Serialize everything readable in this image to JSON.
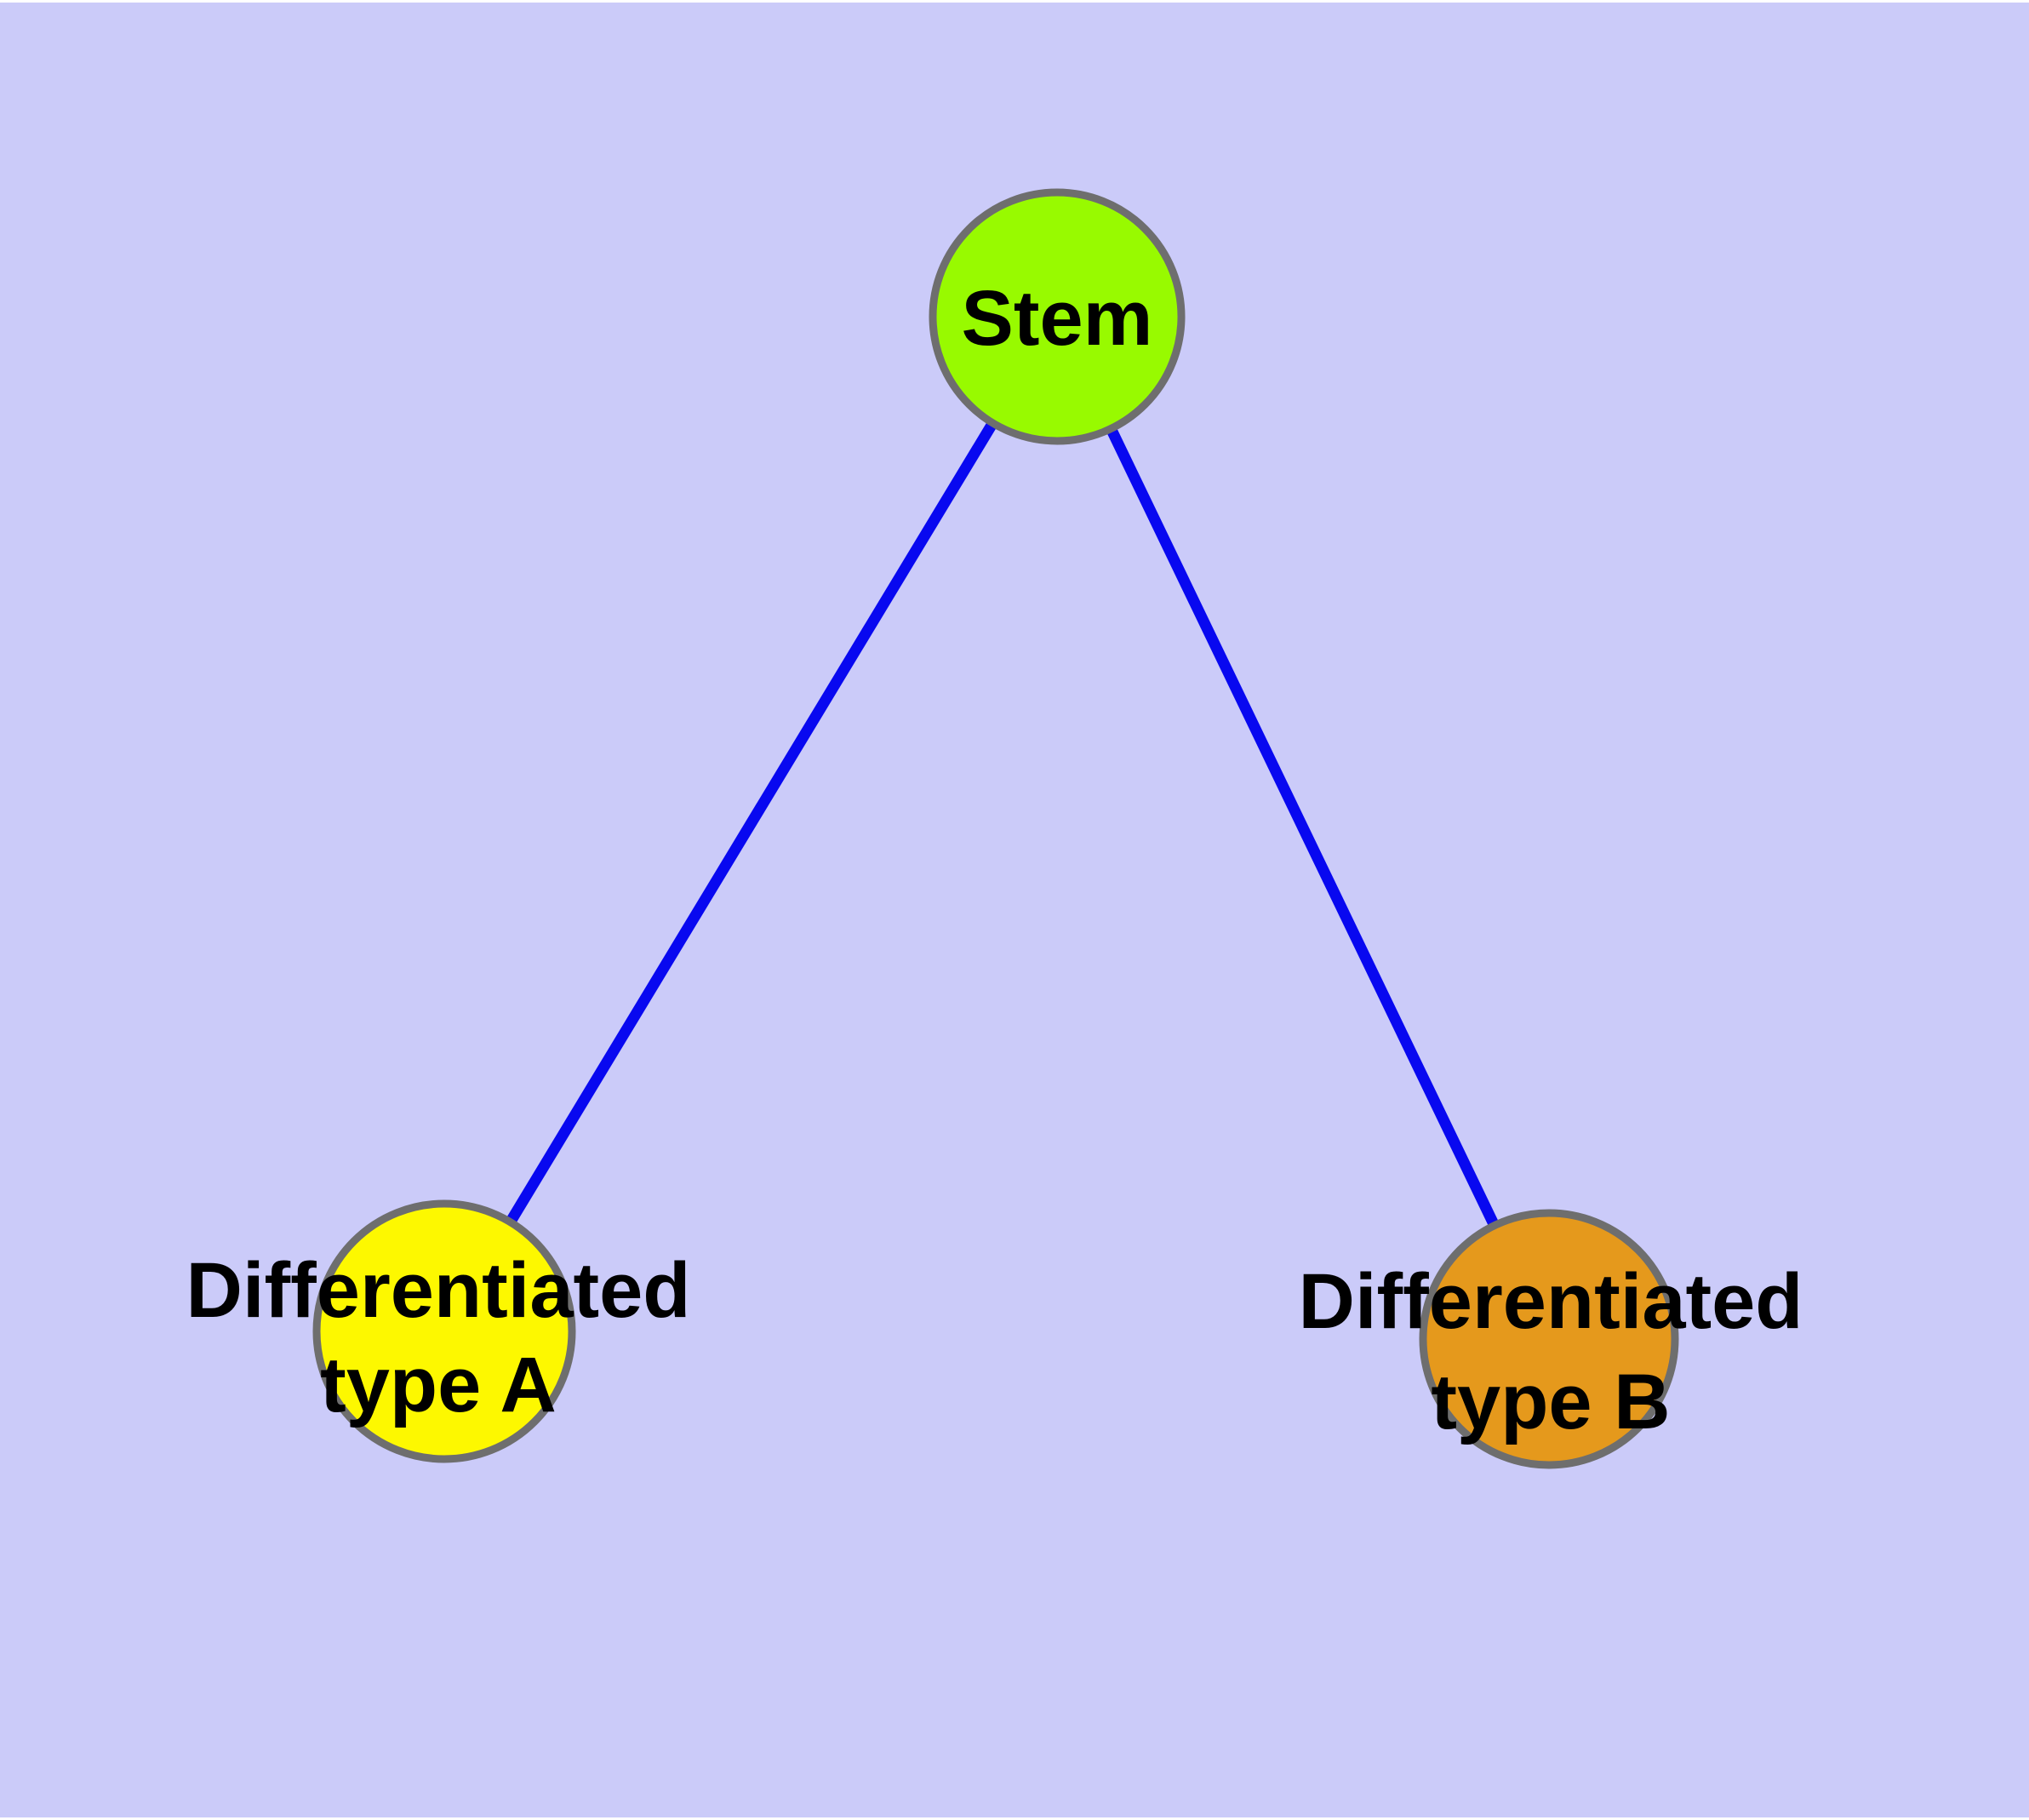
{
  "diagram": {
    "background_color": "#CBCBF9",
    "frame_color": "#FFFFFF",
    "edge_color": "#0808F0",
    "node_border_color": "#6E6E6E",
    "label_color": "#000000",
    "nodes": [
      {
        "id": "stem",
        "label": "Stem",
        "fill_color": "#98FA00"
      },
      {
        "id": "differentiated-type-a",
        "label_line1": "Differentiated",
        "label_line2": "type A",
        "fill_color": "#FDF800"
      },
      {
        "id": "differentiated-type-b",
        "label_line1": "Differentiated",
        "label_line2": "type B",
        "fill_color": "#E5991C"
      }
    ],
    "edges": [
      {
        "from": "Stem",
        "to": "Differentiated type A"
      },
      {
        "from": "Stem",
        "to": "Differentiated type B"
      }
    ]
  }
}
